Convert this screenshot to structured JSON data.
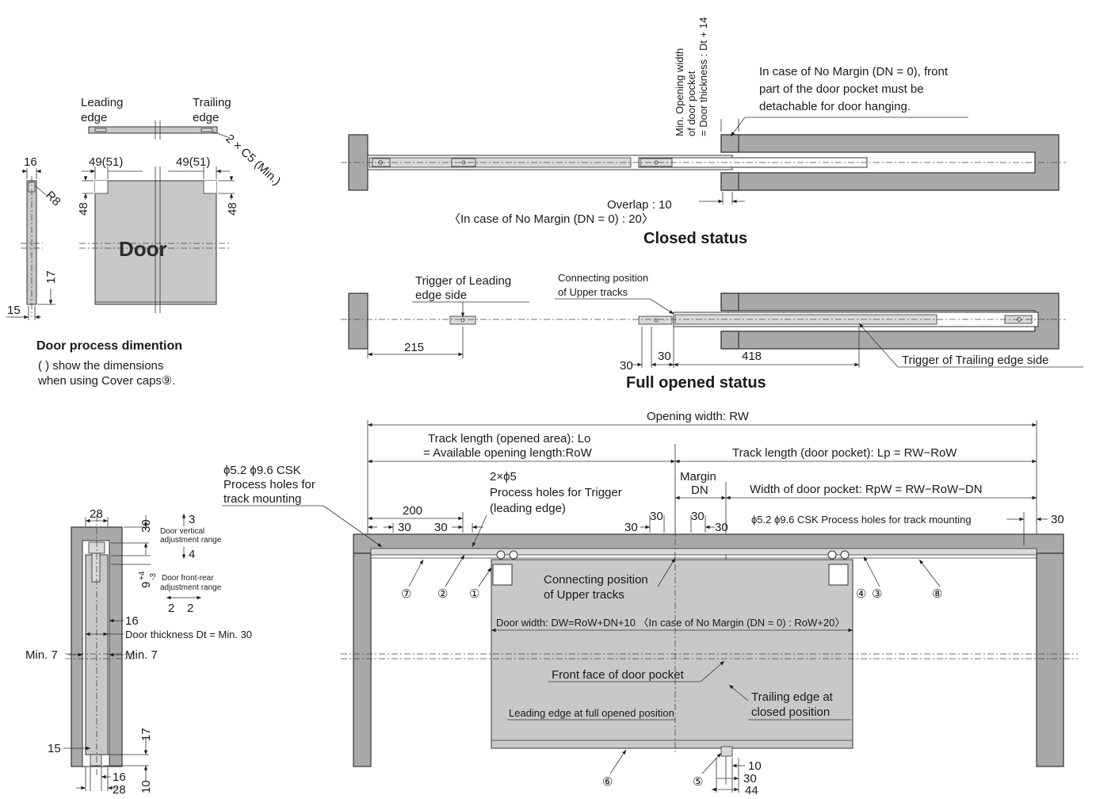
{
  "door_process": {
    "leading_edge": [
      "Leading",
      "edge"
    ],
    "trailing_edge": [
      "Trailing",
      "edge"
    ],
    "chamfer": "2 × C5 (Min.)",
    "dim_16": "16",
    "dim_r8": "R8",
    "dim_49_left": "49(51)",
    "dim_49_right": "49(51)",
    "dim_48_left": "48",
    "dim_48_right": "48",
    "dim_17": "17",
    "dim_15": "15",
    "door_label": "Door",
    "title": "Door process dimention",
    "note": [
      "(   ) show the dimensions",
      "when using Cover caps⑨."
    ]
  },
  "closed_status": {
    "title": "Closed status",
    "min_opening": [
      "Min. Opening width",
      "of door pocket",
      "= Door thickness : Dt + 14"
    ],
    "no_margin_note": [
      "In case of No Margin (DN = 0), front",
      "part of the door pocket must be",
      "detachable for door hanging."
    ],
    "overlap": "Overlap : 10",
    "overlap_nomargin": "〈In case of No Margin (DN = 0) : 20〉"
  },
  "full_opened": {
    "title": "Full opened status",
    "trigger_leading": [
      "Trigger of Leading",
      "edge side"
    ],
    "connecting": [
      "Connecting position",
      "of Upper tracks"
    ],
    "trigger_trailing": "Trigger of Trailing edge side",
    "dim_215": "215",
    "dim_30a": "30",
    "dim_30b": "30",
    "dim_418": "418"
  },
  "side_section": {
    "dim_28_top": "28",
    "dim_30": "30",
    "dim_3": "3",
    "vert_adj": [
      "Door vertical",
      "adjustment range"
    ],
    "dim_4": "4",
    "dim_9": "9",
    "dim_9_tol": "+4",
    "dim_9_tol2": "-3",
    "fr_adj": [
      "Door front-rear",
      "adjustment range"
    ],
    "dim_2a": "2",
    "dim_2b": "2",
    "dim_16": "16",
    "door_thickness": "Door thickness Dt = Min. 30",
    "min7_left": "Min. 7",
    "min7_right": "Min. 7",
    "dim_15": "15",
    "dim_17": "17",
    "dim_10": "10",
    "dim_16b": "16",
    "dim_28_bottom": "28"
  },
  "front_view": {
    "opening_width": "Opening width: RW",
    "track_opened": [
      "Track length (opened area): Lo",
      "= Available opening length:RoW"
    ],
    "track_pocket": "Track length (door pocket): Lp = RW−RoW",
    "margin": [
      "Margin",
      "DN"
    ],
    "pocket_width": "Width of door pocket: RpW = RW−RoW−DN",
    "csk_left": [
      "ϕ5.2 ϕ9.6 CSK",
      "Process holes for",
      "track mounting"
    ],
    "trigger_holes": [
      "2×ϕ5",
      "Process holes for Trigger",
      "(leading edge)"
    ],
    "dim_200": "200",
    "dim_30s": [
      "30",
      "30",
      "30",
      "30",
      "30",
      "30"
    ],
    "csk_right": "ϕ5.2 ϕ9.6 CSK Process holes for track mounting",
    "dim_30_right": "30",
    "connecting": [
      "Connecting position",
      "of Upper tracks"
    ],
    "door_width": "Door width: DW=RoW+DN+10  〈In case of No Margin (DN = 0) : RoW+20〉",
    "front_face": "Front face of door pocket",
    "leading_full": "Leading edge at full opened position",
    "trailing_closed": [
      "Trailing edge at",
      "closed position"
    ],
    "parts": [
      "⑦",
      "②",
      "①",
      "④",
      "③",
      "⑧",
      "⑥",
      "⑤"
    ],
    "dim_10": "10",
    "dim_30": "30",
    "dim_44": "44"
  }
}
